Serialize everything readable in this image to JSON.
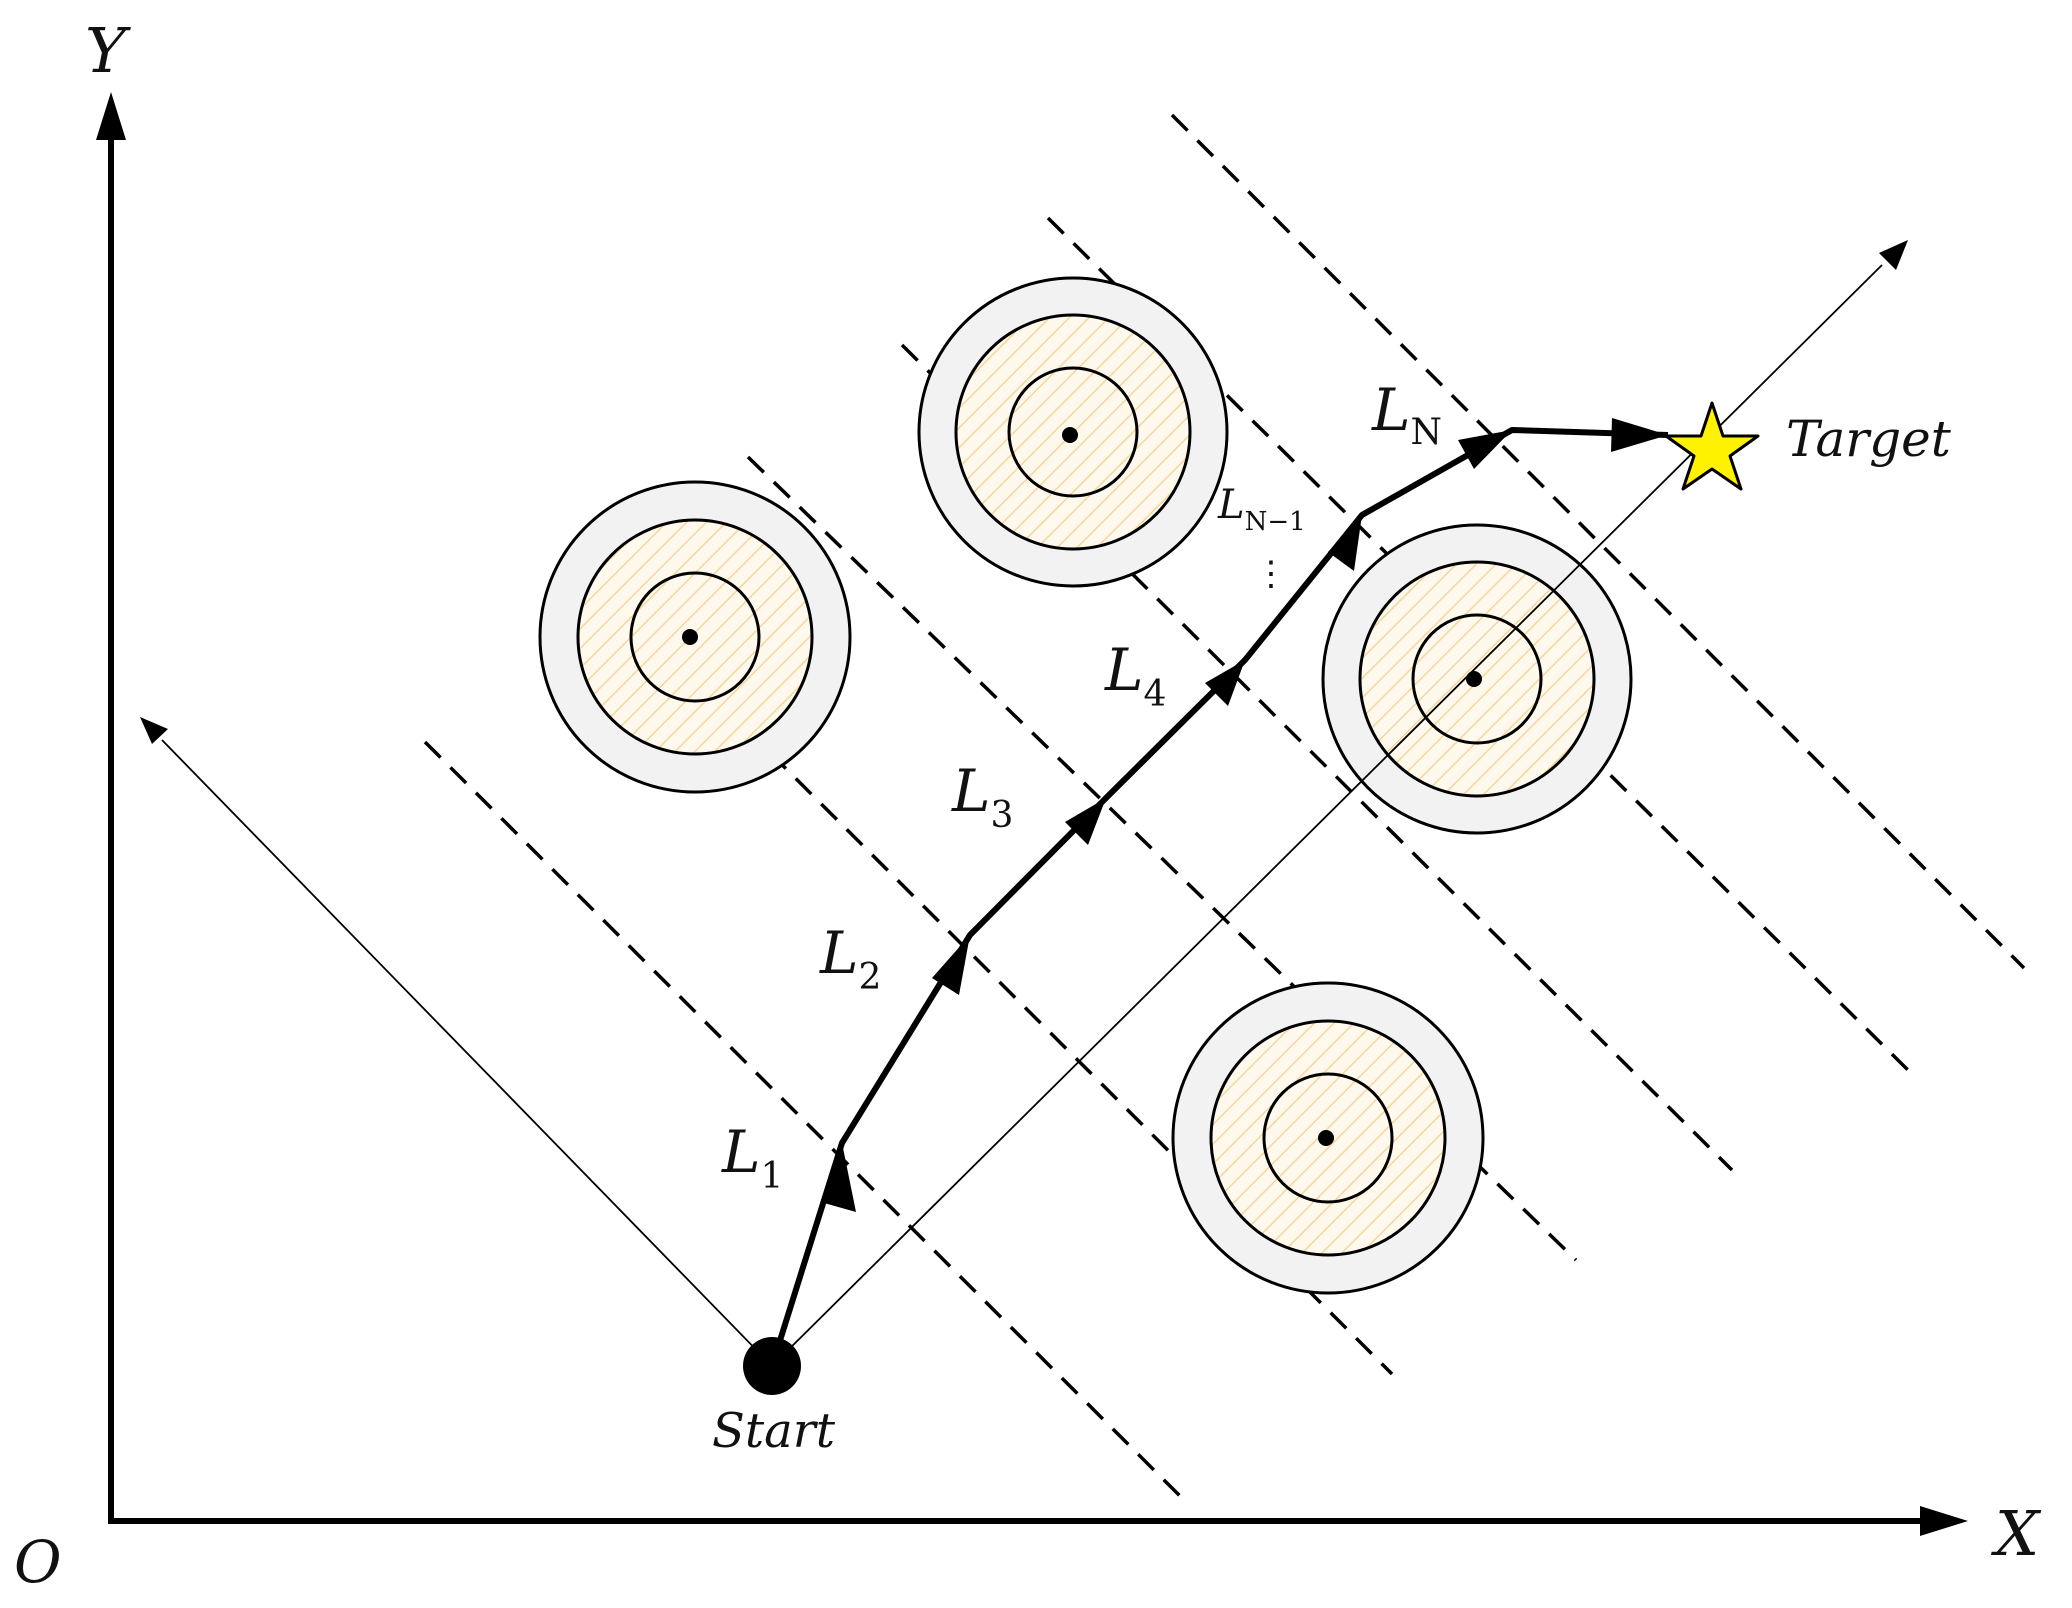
{
  "axes": {
    "x_label": "X",
    "y_label": "Y",
    "origin_label": "O"
  },
  "start": {
    "label": "Start"
  },
  "target": {
    "label": "Target",
    "color": "#FFF200"
  },
  "path": {
    "segments": [
      {
        "base": "L",
        "sub": "1"
      },
      {
        "base": "L",
        "sub": "2"
      },
      {
        "base": "L",
        "sub": "3"
      },
      {
        "base": "L",
        "sub": "4"
      },
      {
        "base": "L",
        "sub": "N−1"
      },
      {
        "base": "L",
        "sub": "N"
      }
    ],
    "ellipsis": "⋮"
  },
  "obstacle": {
    "outer_color": "#F2F2F2",
    "hatch_color": "#F3D79C",
    "inner_fill": "#FFF8EC"
  }
}
